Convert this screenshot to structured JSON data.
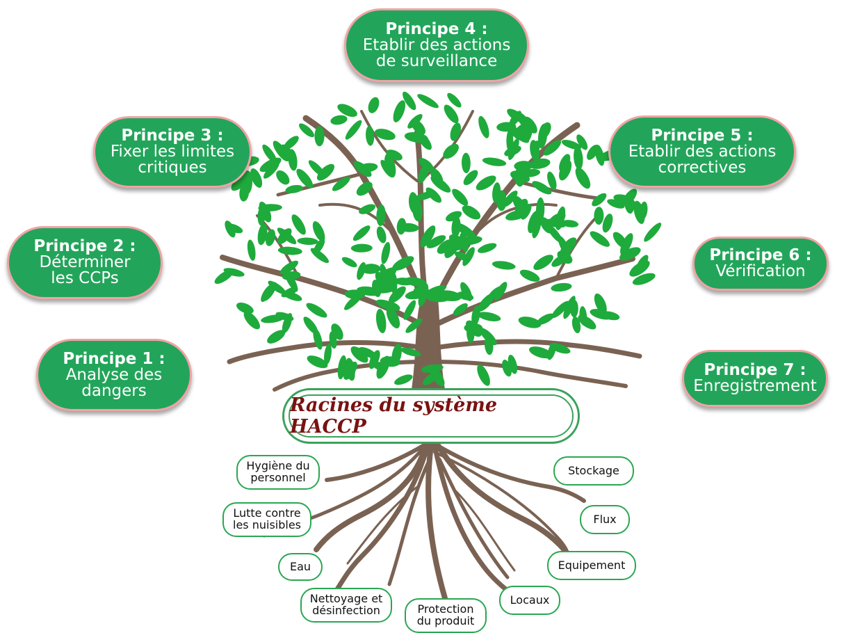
{
  "principles": [
    {
      "title": "Principe 4 :",
      "text": "Etablir des actions\nde surveillance"
    },
    {
      "title": "Principe 3 :",
      "text": "Fixer les limites\ncritiques"
    },
    {
      "title": "Principe 5 :",
      "text": "Etablir des actions\ncorrectives"
    },
    {
      "title": "Principe 2 :",
      "text": "Déterminer\nles CCPs"
    },
    {
      "title": "Principe 6 :",
      "text": "Vérification"
    },
    {
      "title": "Principe 1 :",
      "text": "Analyse des\ndangers"
    },
    {
      "title": "Principe 7 :",
      "text": "Enregistrement"
    }
  ],
  "banner": "Racines du système HACCP",
  "roots": [
    "Hygiène du\npersonnel",
    "Lutte contre\nles nuisibles",
    "Eau",
    "Nettoyage et\ndésinfection",
    "Protection\ndu produit",
    "Locaux",
    "Equipement",
    "Flux",
    "Stockage"
  ],
  "colors": {
    "principle_fill": "#22a55a",
    "principle_border": "#f0a3a6",
    "leaf": "#1faa3c",
    "trunk": "#7a6253",
    "root_border": "#2aa652",
    "banner_text": "#7a1212"
  }
}
